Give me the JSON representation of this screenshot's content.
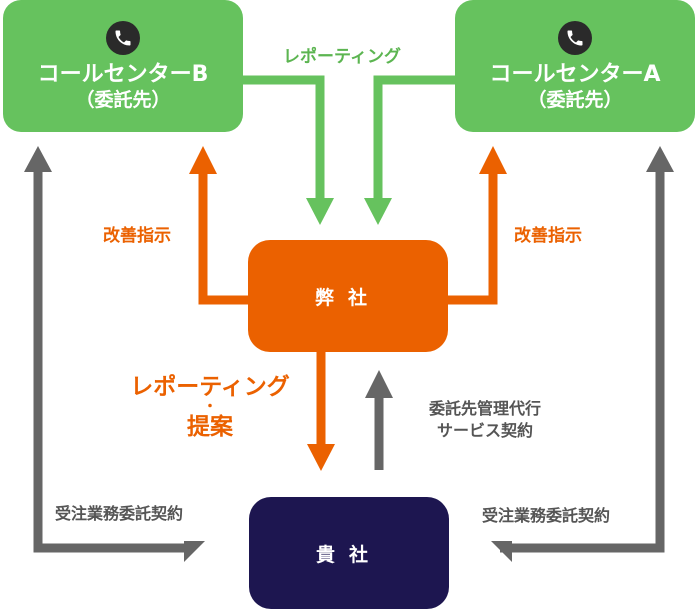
{
  "boxes": {
    "call_center_b": {
      "name": "コールセンターB",
      "sub": "（委託先）"
    },
    "call_center_a": {
      "name": "コールセンターA",
      "sub": "（委託先）"
    },
    "our_company": "弊社",
    "client": "貴社"
  },
  "labels": {
    "reporting_top": "レポーティング",
    "instruction_left": "改善指示",
    "instruction_right": "改善指示",
    "reporting_proposal": {
      "line1": "レポーティング",
      "dot": "・",
      "line2": "提案"
    },
    "management_contract": {
      "line1": "委託先管理代行",
      "line2": "サービス契約"
    },
    "outsourcing_left": "受注業務委託契約",
    "outsourcing_right": "受注業務委託契約"
  },
  "colors": {
    "green": "#66c25e",
    "orange": "#eb6100",
    "navy": "#1d1650",
    "gray": "#666666",
    "phone_icon": "#2a2a2a"
  },
  "icons": {
    "phone": "phone-icon"
  }
}
